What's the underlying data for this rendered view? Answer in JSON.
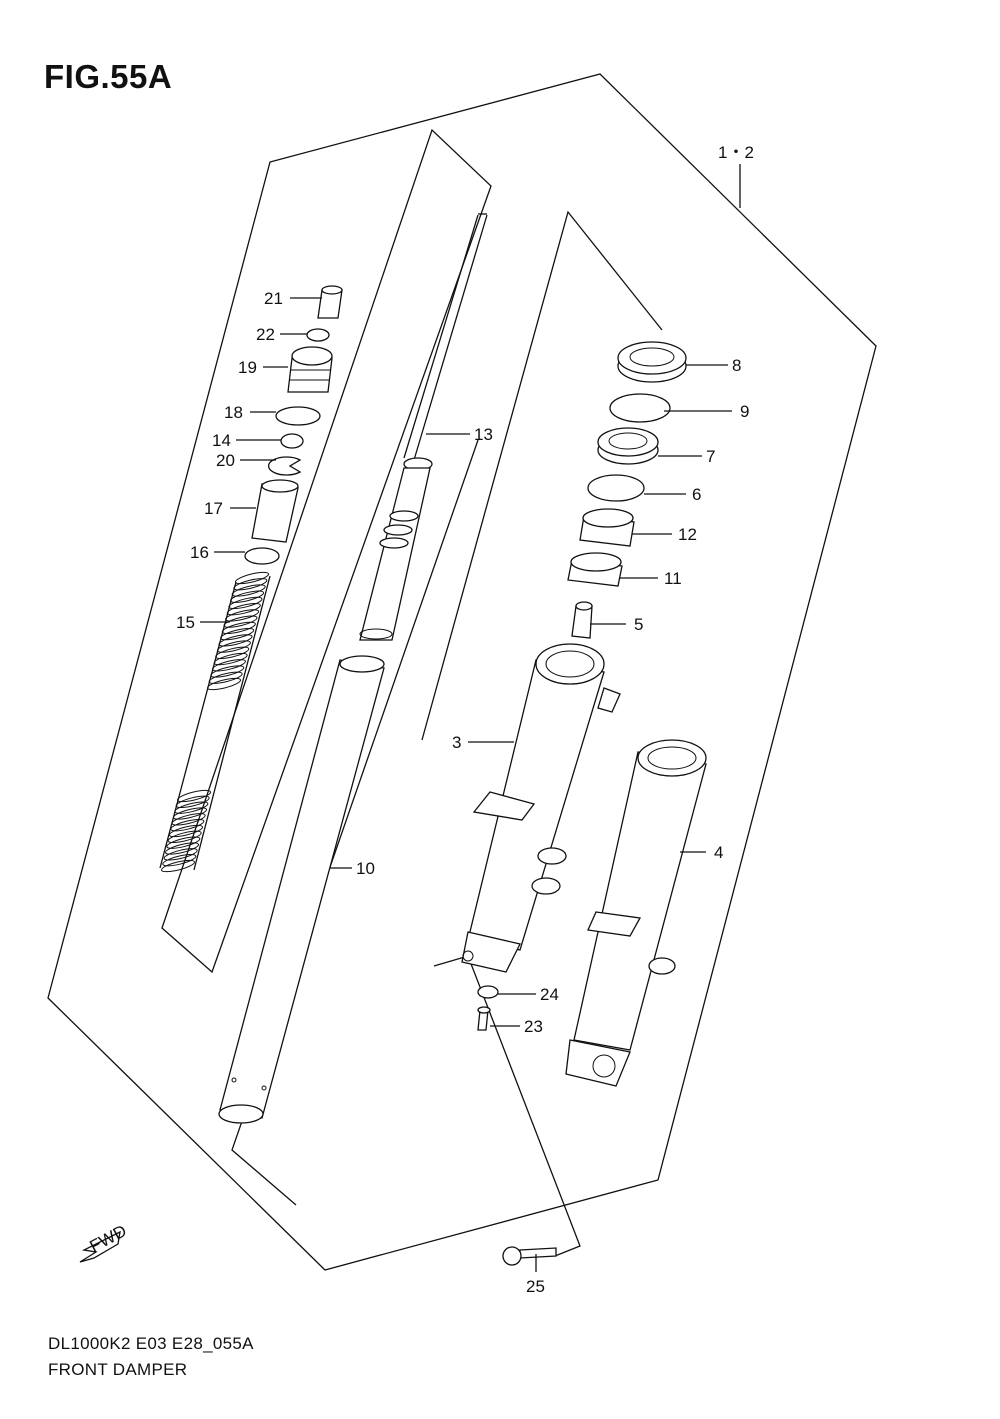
{
  "header": {
    "figure_title": "FIG.55A"
  },
  "footer": {
    "model_code": "DL1000K2 E03 E28_055A",
    "section_name": "FRONT DAMPER"
  },
  "fwd_mark": "FWD",
  "callouts": {
    "assembly": "1・2",
    "c3": "3",
    "c4": "4",
    "c5": "5",
    "c6": "6",
    "c7": "7",
    "c8": "8",
    "c9": "9",
    "c10": "10",
    "c11": "11",
    "c12": "12",
    "c13": "13",
    "c14": "14",
    "c15": "15",
    "c16": "16",
    "c17": "17",
    "c18": "18",
    "c19": "19",
    "c20": "20",
    "c21": "21",
    "c22": "22",
    "c23": "23",
    "c24": "24",
    "c25": "25"
  }
}
